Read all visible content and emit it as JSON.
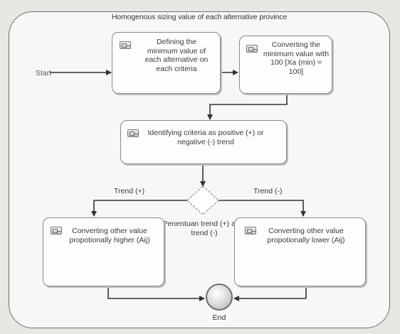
{
  "diagram": {
    "title": "Homogenous sizing value of each alternative province",
    "start_label": "Start",
    "tasks": [
      {
        "id": "define-min",
        "label": "Defining the minimum value of each alternative on each criteria"
      },
      {
        "id": "convert-min",
        "label": "Converting the minimum value with 100 [Xa (min) = 100]"
      },
      {
        "id": "identify-trend",
        "label": "Identifying criteria as positive (+) or negative (-) trend"
      },
      {
        "id": "convert-higher",
        "label": "Converting other value propotionally higher (Aij)"
      },
      {
        "id": "convert-lower",
        "label": "Converting other value propotionally lower (Aij)"
      }
    ],
    "gateway": {
      "label": "Penentuan trend (+) atau trend (-)"
    },
    "edge_labels": {
      "trend_plus": "Trend (+)",
      "trend_minus": "Trend (-)"
    },
    "end_label": "End"
  }
}
